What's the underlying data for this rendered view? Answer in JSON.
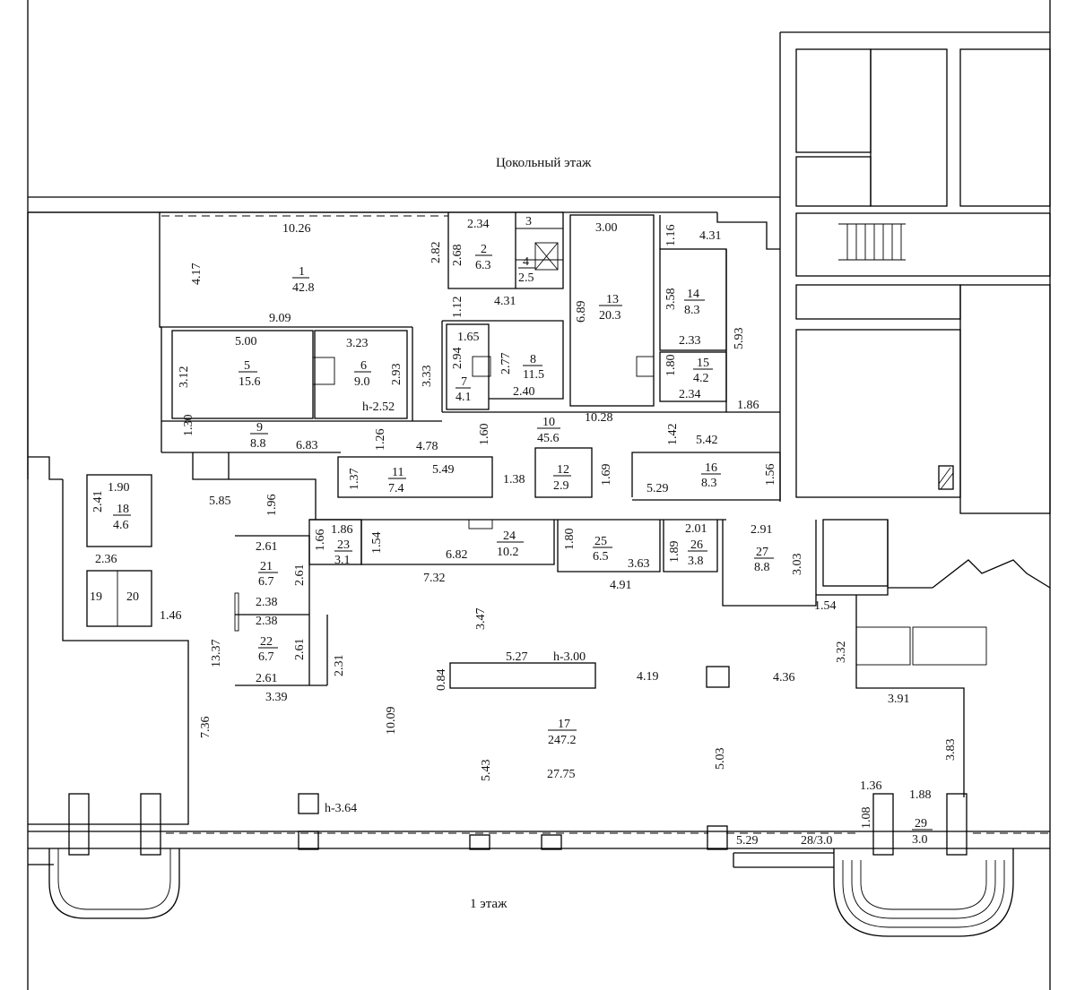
{
  "titles": {
    "basement": "Цокольный этаж",
    "first_floor": "1 этаж"
  },
  "heights": {
    "h1": "h-2.52",
    "h2": "h-3.00",
    "h3": "h-3.64"
  },
  "colors": {
    "line": "#000000",
    "height_mark": "#2a2fc8",
    "background": "#ffffff"
  },
  "rooms": [
    {
      "id": "1",
      "num": "1",
      "area": "42.8"
    },
    {
      "id": "2",
      "num": "2",
      "area": "6.3"
    },
    {
      "id": "3",
      "num": "3",
      "area": ""
    },
    {
      "id": "4",
      "num": "4",
      "area": "2.5"
    },
    {
      "id": "5",
      "num": "5",
      "area": "15.6"
    },
    {
      "id": "6",
      "num": "6",
      "area": "9.0"
    },
    {
      "id": "7",
      "num": "7",
      "area": "4.1"
    },
    {
      "id": "8",
      "num": "8",
      "area": "11.5"
    },
    {
      "id": "9",
      "num": "9",
      "area": "8.8"
    },
    {
      "id": "10",
      "num": "10",
      "area": "45.6"
    },
    {
      "id": "11",
      "num": "11",
      "area": "7.4"
    },
    {
      "id": "12",
      "num": "12",
      "area": "2.9"
    },
    {
      "id": "13",
      "num": "13",
      "area": "20.3"
    },
    {
      "id": "14",
      "num": "14",
      "area": "8.3"
    },
    {
      "id": "15",
      "num": "15",
      "area": "4.2"
    },
    {
      "id": "16",
      "num": "16",
      "area": "8.3"
    },
    {
      "id": "17",
      "num": "17",
      "area": "247.2"
    },
    {
      "id": "18",
      "num": "18",
      "area": "4.6"
    },
    {
      "id": "19",
      "num": "19",
      "area": ""
    },
    {
      "id": "20",
      "num": "20",
      "area": ""
    },
    {
      "id": "21",
      "num": "21",
      "area": "6.7"
    },
    {
      "id": "22",
      "num": "22",
      "area": "6.7"
    },
    {
      "id": "23",
      "num": "23",
      "area": "3.1"
    },
    {
      "id": "24",
      "num": "24",
      "area": "10.2"
    },
    {
      "id": "25",
      "num": "25",
      "area": "6.5"
    },
    {
      "id": "26",
      "num": "26",
      "area": "3.8"
    },
    {
      "id": "27",
      "num": "27",
      "area": "8.8"
    },
    {
      "id": "29",
      "num": "29",
      "area": "3.0"
    }
  ],
  "room28": "28/3.0",
  "dimensions": [
    "10.26",
    "4.17",
    "9.09",
    "2.34",
    "2.82",
    "2.68",
    "1.12",
    "4.31",
    "3.00",
    "6.89",
    "1.16",
    "4.31",
    "3.58",
    "2.33",
    "5.93",
    "1.80",
    "2.34",
    "1.86",
    "10.28",
    "5.00",
    "3.23",
    "3.12",
    "2.93",
    "1.65",
    "2.94",
    "2.77",
    "2.40",
    "3.33",
    "1.30",
    "6.83",
    "1.26",
    "4.78",
    "1.60",
    "1.42",
    "5.42",
    "1.37",
    "5.49",
    "1.38",
    "1.69",
    "5.29",
    "1.56",
    "1.90",
    "2.41",
    "5.85",
    "1.96",
    "2.36",
    "1.86",
    "1.66",
    "1.54",
    "6.82",
    "1.80",
    "1.89",
    "2.01",
    "2.91",
    "3.03",
    "2.61",
    "2.61",
    "7.32",
    "3.63",
    "4.91",
    "1.54",
    "2.38",
    "2.38",
    "2.61",
    "2.31",
    "1.46",
    "13.37",
    "2.61",
    "3.39",
    "3.47",
    "5.27",
    "0.84",
    "4.19",
    "4.36",
    "3.32",
    "3.91",
    "10.09",
    "7.36",
    "3.83",
    "5.43",
    "27.75",
    "5.03",
    "1.36",
    "1.88",
    "1.08",
    "5.29"
  ]
}
